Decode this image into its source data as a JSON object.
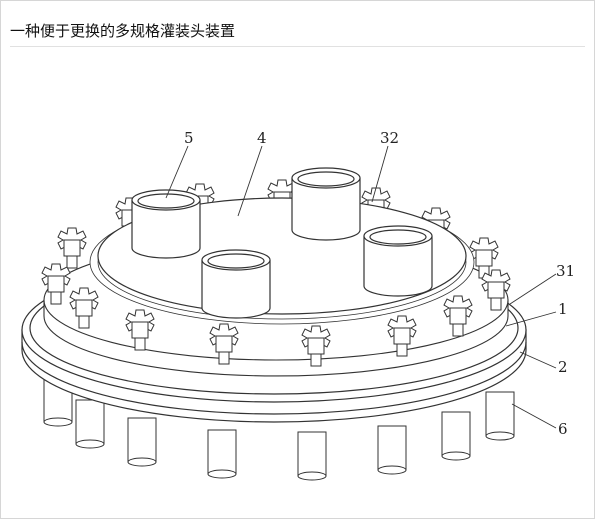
{
  "page": {
    "title": "一种便于更换的多规格灌装头装置"
  },
  "diagram": {
    "labels": [
      {
        "id": "label-5",
        "text": "5"
      },
      {
        "id": "label-4",
        "text": "4"
      },
      {
        "id": "label-32",
        "text": "32"
      },
      {
        "id": "label-31",
        "text": "31"
      },
      {
        "id": "label-1",
        "text": "1"
      },
      {
        "id": "label-2",
        "text": "2"
      },
      {
        "id": "label-6",
        "text": "6"
      }
    ]
  }
}
